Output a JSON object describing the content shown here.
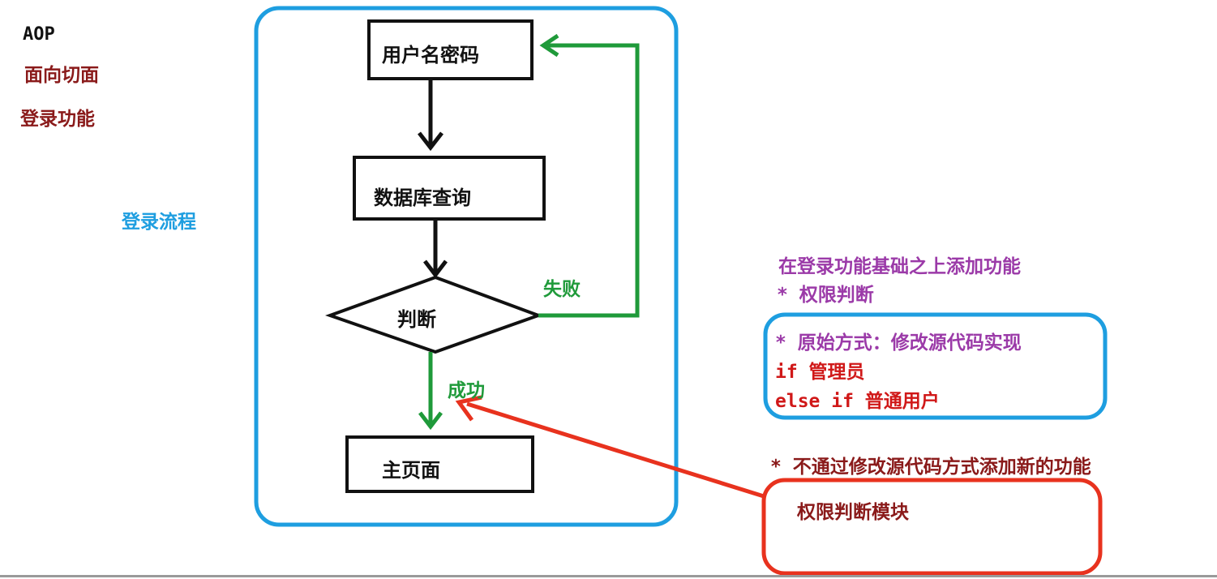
{
  "header": {
    "aop": "AOP",
    "aspect": "面向切面",
    "login_feature": "登录功能"
  },
  "flow": {
    "label": "登录流程",
    "step_credentials": "用户名密码",
    "step_db_query": "数据库查询",
    "step_decision": "判断",
    "step_home": "主页面",
    "fail_label": "失败",
    "success_label": "成功"
  },
  "notes": {
    "intro": "在登录功能基础之上添加功能",
    "permission_check": "* 权限判断",
    "original_way": "* 原始方式：修改源代码实现",
    "if_admin": "if 管理员",
    "else_if_user": "else if 普通用户",
    "no_modify": "* 不通过修改源代码方式添加新的功能",
    "module": "权限判断模块"
  },
  "colors": {
    "blue_frame": "#1e9ee0",
    "green_arrow": "#1f9a3a",
    "red_arrow": "#e8321e",
    "black": "#111111"
  }
}
